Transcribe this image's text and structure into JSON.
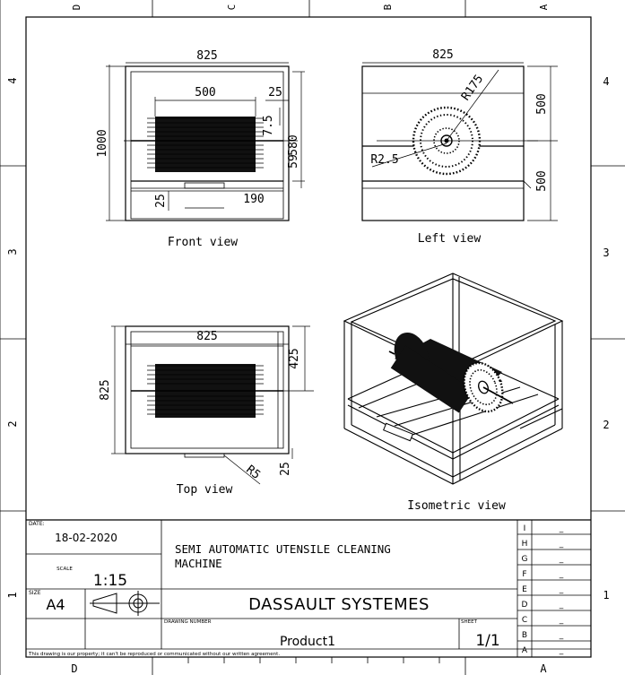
{
  "border": {
    "top_letters": [
      "D",
      "C",
      "B",
      "A"
    ],
    "bottom_letters": [
      "D",
      "A"
    ],
    "left_numbers": [
      "4",
      "3",
      "2",
      "1"
    ],
    "right_numbers": [
      "4",
      "3",
      "2",
      "1"
    ]
  },
  "views": {
    "front": {
      "label": "Front view",
      "dims": {
        "width": "825",
        "inner": "500",
        "right": "25",
        "height": "1000",
        "small": "7.5",
        "mid": "580",
        "mid2": "59",
        "bottom": "25",
        "handle": "190"
      }
    },
    "left": {
      "label": "Left view",
      "dims": {
        "width": "825",
        "radius": "R175",
        "hub": "R2.5",
        "upper": "500",
        "lower": "500"
      }
    },
    "top": {
      "label": "Top view",
      "dims": {
        "width": "825",
        "height": "825",
        "right": "425",
        "radius": "R5",
        "bottom": "25"
      }
    },
    "iso": {
      "label": "Isometric view"
    }
  },
  "title_block": {
    "date_label": "DATE:",
    "date": "18-02-2020",
    "scale_label": "SCALE",
    "scale": "1:15",
    "size_label": "SIZE",
    "size": "A4",
    "title": "SEMI AUTOMATIC UTENSILE CLEANING MACHINE",
    "company": "DASSAULT SYSTEMES",
    "drawing_number_label": "DRAWING NUMBER",
    "drawing_number": "Product1",
    "sheet_label": "SHEET",
    "sheet": "1/1",
    "revisions": [
      {
        "letter": "I",
        "value": "_"
      },
      {
        "letter": "H",
        "value": "_"
      },
      {
        "letter": "G",
        "value": "_"
      },
      {
        "letter": "F",
        "value": "_"
      },
      {
        "letter": "E",
        "value": "_"
      },
      {
        "letter": "D",
        "value": "_"
      },
      {
        "letter": "C",
        "value": "_"
      },
      {
        "letter": "B",
        "value": "_"
      },
      {
        "letter": "A",
        "value": "_"
      }
    ],
    "disclaimer": "This drawing is our property; it can't be reproduced or communicated without our written agreement."
  }
}
